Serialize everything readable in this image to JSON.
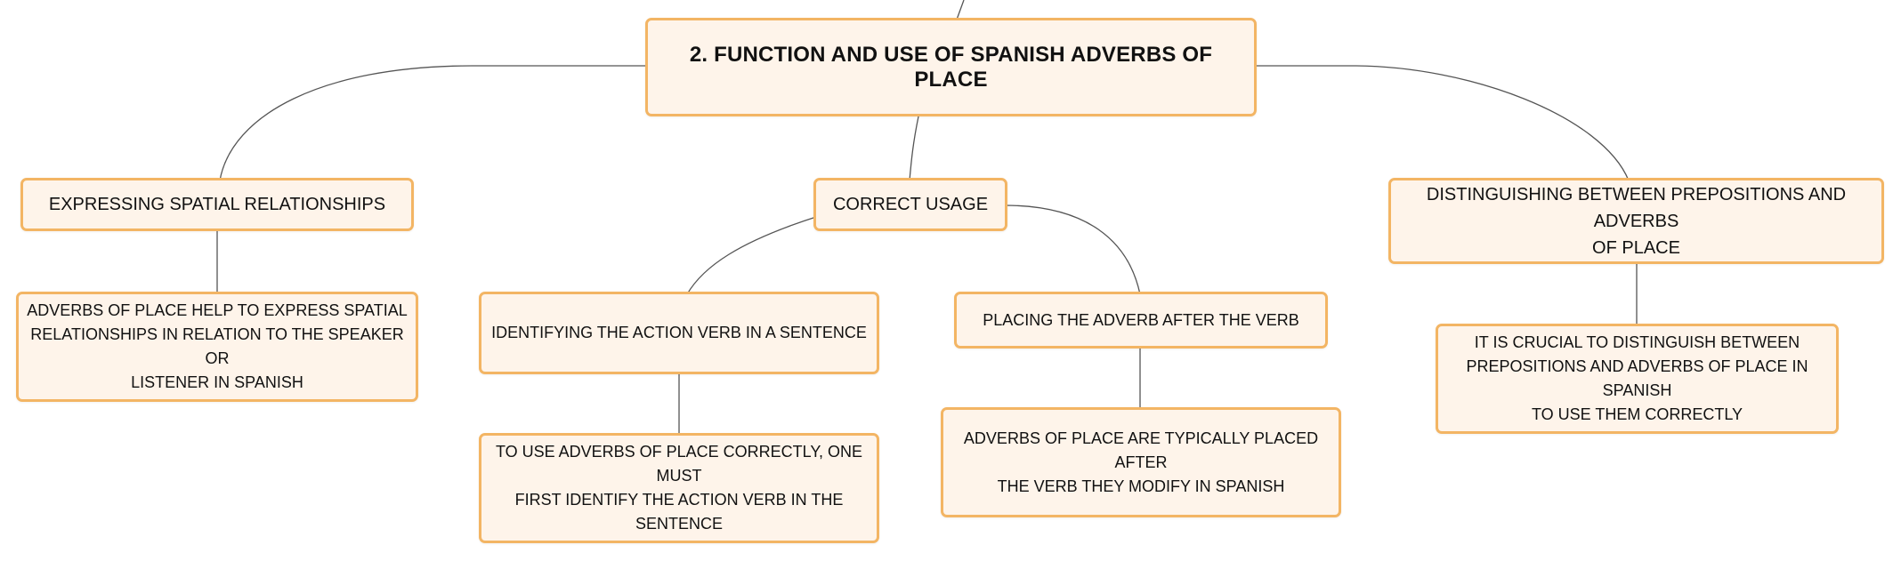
{
  "root": {
    "label": "2. FUNCTION AND USE OF SPANISH ADVERBS OF PLACE"
  },
  "branches": {
    "spatial": {
      "label": "EXPRESSING SPATIAL RELATIONSHIPS",
      "detail": "ADVERBS OF PLACE HELP TO EXPRESS SPATIAL\nRELATIONSHIPS IN RELATION TO THE SPEAKER OR\nLISTENER IN SPANISH"
    },
    "usage": {
      "label": "CORRECT USAGE",
      "identify": {
        "label": "IDENTIFYING THE ACTION VERB IN A SENTENCE",
        "detail": "TO USE ADVERBS OF PLACE CORRECTLY, ONE MUST\nFIRST IDENTIFY THE ACTION VERB IN THE SENTENCE"
      },
      "placing": {
        "label": "PLACING THE ADVERB AFTER THE VERB",
        "detail": "ADVERBS OF PLACE ARE TYPICALLY PLACED AFTER\nTHE VERB THEY MODIFY IN SPANISH"
      }
    },
    "distinguish": {
      "label": "DISTINGUISHING BETWEEN PREPOSITIONS AND ADVERBS\nOF PLACE",
      "detail": "IT IS CRUCIAL TO DISTINGUISH BETWEEN\nPREPOSITIONS AND ADVERBS OF PLACE IN SPANISH\nTO USE THEM CORRECTLY"
    }
  },
  "colors": {
    "node_fill": "#fef4ea",
    "node_border": "#f3b564",
    "connector": "#555555",
    "text": "#111111"
  }
}
